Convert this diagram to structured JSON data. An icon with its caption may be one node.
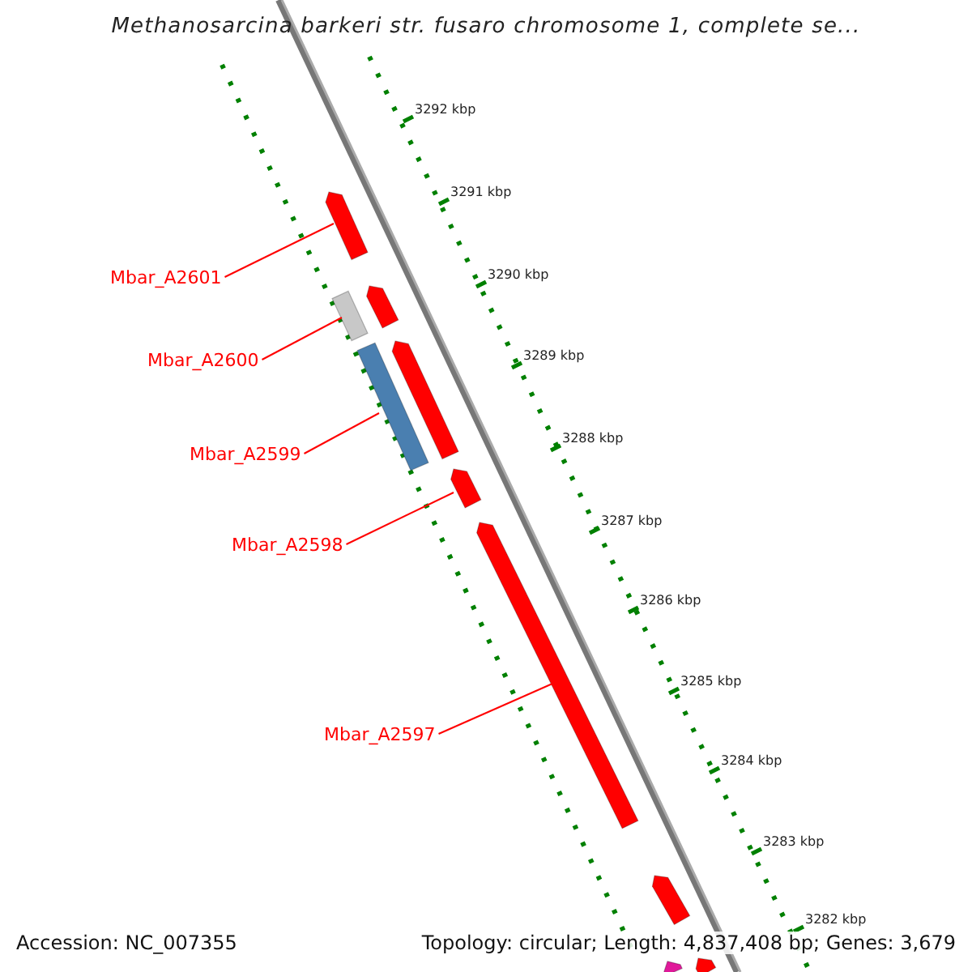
{
  "diagram": {
    "title": "Methanosarcina barkeri str. fusaro chromosome 1, complete se...",
    "nodes": [
      {
        "text": [
          "Mbar_A2601"
        ]
      },
      {
        "text": [
          "Mbar_A2600"
        ]
      },
      {
        "text": [
          "Mbar_A2599"
        ]
      },
      {
        "text": [
          "Mbar_A2598"
        ]
      },
      {
        "text": [
          "Mbar_A2597"
        ]
      },
      {
        "text": [],
        "shape": "bar"
      },
      {
        "text": [],
        "shape": "bar"
      },
      {
        "text": [],
        "shape": "bar"
      },
      {
        "text": [],
        "shape": "bar"
      },
      {
        "text": [],
        "shape": "bar"
      },
      {
        "text": [],
        "shape": "bar"
      },
      {
        "text": [],
        "shape": "bar"
      },
      {
        "text": [],
        "shape": "bar"
      },
      {
        "text": [],
        "shape": "bar"
      },
      {
        "text": [],
        "shape": "bar"
      }
    ],
    "edges": [
      {
        "from": 0,
        "to": 5,
        "arrow": "none"
      },
      {
        "from": 1,
        "to": 7,
        "arrow": "none"
      },
      {
        "from": 2,
        "to": 9,
        "arrow": "none"
      },
      {
        "from": 3,
        "to": 10,
        "arrow": "none"
      },
      {
        "from": 4,
        "to": 11,
        "arrow": "none"
      }
    ],
    "labels": [
      "3292 kbp",
      "3291 kbp",
      "3290 kbp",
      "3289 kbp",
      "3288 kbp",
      "3287 kbp",
      "3286 kbp",
      "3285 kbp",
      "3284 kbp",
      "3283 kbp",
      "3282 kbp",
      "Accession: NC_007355",
      "Topology: circular; Length: 4,837,408 bp; Genes: 3,679"
    ]
  }
}
